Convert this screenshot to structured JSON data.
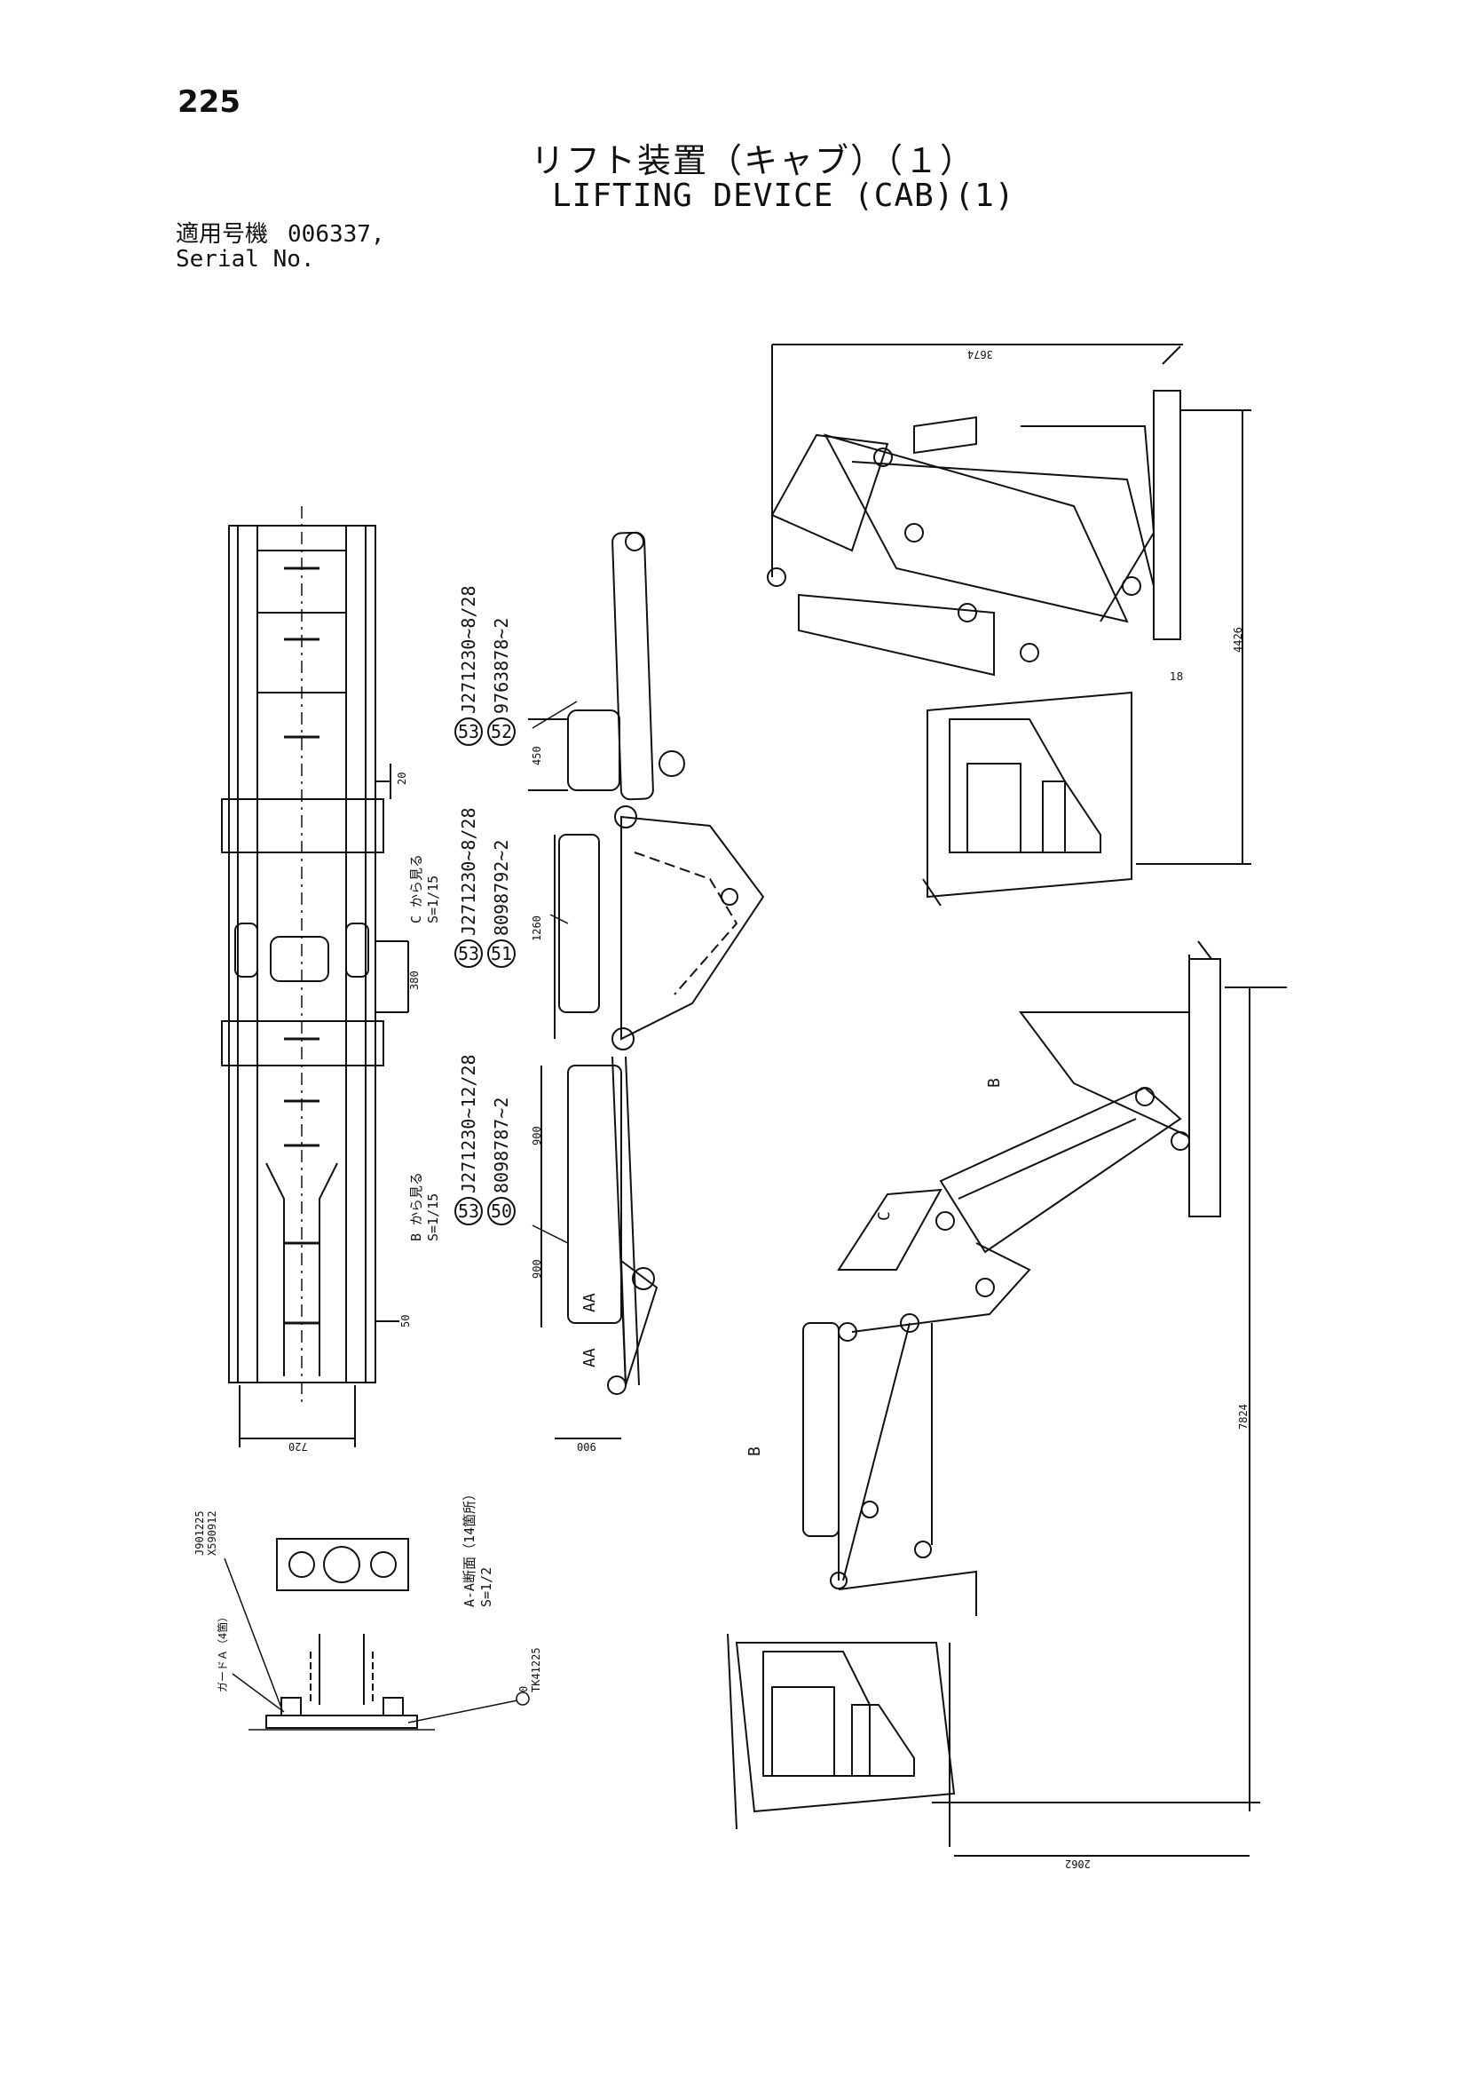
{
  "page_number": "225",
  "title_jp": "リフト装置（キャブ）（１）",
  "title_en": "LIFTING DEVICE (CAB)(1)",
  "serial": {
    "label_jp": "適用号機",
    "label_en": "Serial No.",
    "value": "006337,"
  },
  "parts": [
    {
      "ref": "53",
      "code": "J271230~8/28"
    },
    {
      "ref": "52",
      "code": "9763878~2"
    },
    {
      "ref": "53",
      "code": "J271230~8/28"
    },
    {
      "ref": "51",
      "code": "8098792~2"
    },
    {
      "ref": "53",
      "code": "J271230~12/28"
    },
    {
      "ref": "50",
      "code": "8098787~2"
    }
  ],
  "section_labels": {
    "c_view": "C から見る",
    "c_scale": "S=1/15",
    "b_view": "B から見る",
    "b_scale": "S=1/15",
    "a_view": "A-A断面（14箇所）",
    "a_scale": "S=1/2"
  },
  "detail_parts": {
    "bolt": "J901225",
    "washer": "X590912",
    "tk": "TK41225",
    "circle_ref": "0",
    "weld_note": "ガードＡ（4箇）"
  },
  "dimensions": {
    "d20": "20",
    "d380": "380",
    "d50": "50",
    "d720": "720",
    "d450": "450",
    "d1260": "1260",
    "d900a": "900",
    "d900b": "900",
    "d900c": "900",
    "d3674": "3674",
    "d4426": "4426",
    "d7824": "7824",
    "d2062": "2062",
    "d18": "18"
  },
  "markers": {
    "aa1": "AA",
    "aa2": "AA",
    "b": "B",
    "c": "C",
    "bottom_b": "B"
  }
}
